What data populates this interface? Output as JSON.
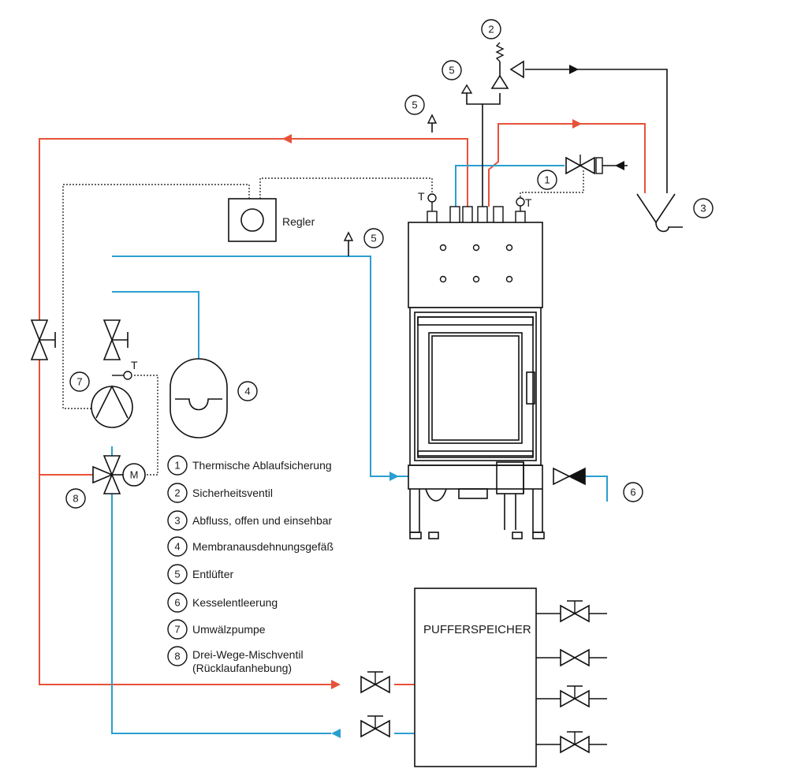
{
  "colors": {
    "flow": "#e8523a",
    "return": "#2a9fd0",
    "line": "#111111",
    "control": "#333333"
  },
  "labels": {
    "controller": "Regler",
    "buffer_tank": "PUFFERSPEICHER",
    "motor": "M",
    "temp": "T"
  },
  "callouts": [
    "1",
    "2",
    "3",
    "4",
    "5",
    "6",
    "7",
    "8"
  ],
  "legend": [
    {
      "num": "1",
      "text": "Thermische Ablaufsicherung"
    },
    {
      "num": "2",
      "text": "Sicherheitsventil"
    },
    {
      "num": "3",
      "text": "Abfluss, offen und einsehbar"
    },
    {
      "num": "4",
      "text": "Membranausdehnungsgefäß"
    },
    {
      "num": "5",
      "text": "Entlüfter"
    },
    {
      "num": "6",
      "text": "Kesselentleerung"
    },
    {
      "num": "7",
      "text": "Umwälzpumpe"
    },
    {
      "num": "8",
      "text": "Drei-Wege-Mischventil",
      "text2": "(Rücklaufanhebung)"
    }
  ]
}
